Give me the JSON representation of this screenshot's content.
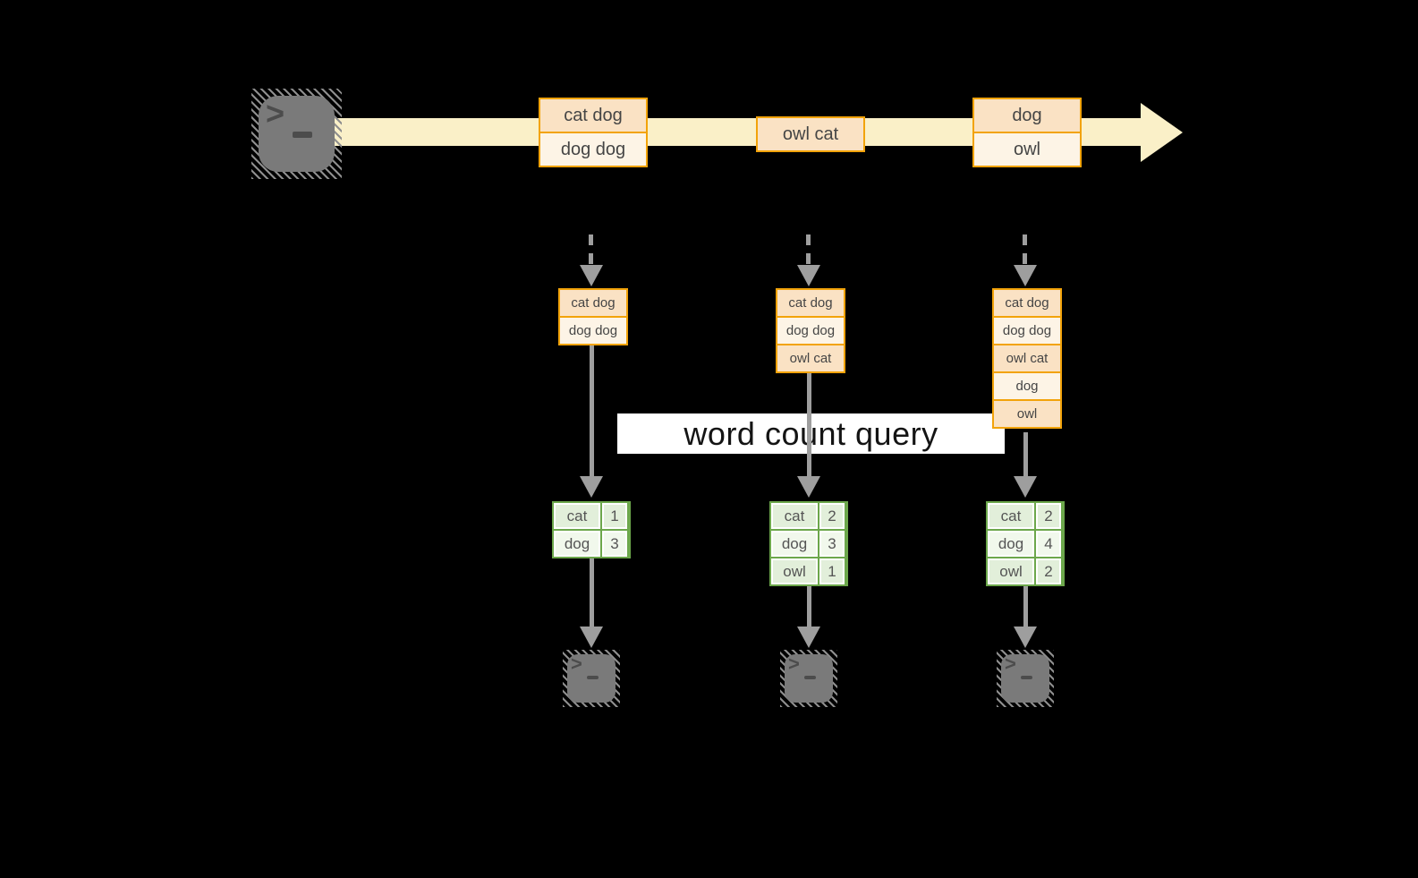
{
  "diagram": {
    "query_label": "word count query",
    "terminal_prompt": ">",
    "stream_batches": [
      {
        "rows": [
          "cat dog",
          "dog dog"
        ]
      },
      {
        "rows": [
          "owl cat"
        ]
      },
      {
        "rows": [
          "dog",
          "owl"
        ]
      }
    ],
    "state_buffers": [
      {
        "rows": [
          "cat dog",
          "dog dog"
        ]
      },
      {
        "rows": [
          "cat dog",
          "dog dog",
          "owl cat"
        ]
      },
      {
        "rows": [
          "cat dog",
          "dog dog",
          "owl cat",
          "dog",
          "owl"
        ]
      }
    ],
    "count_tables": [
      {
        "rows": [
          {
            "word": "cat",
            "count": "1"
          },
          {
            "word": "dog",
            "count": "3"
          }
        ]
      },
      {
        "rows": [
          {
            "word": "cat",
            "count": "2"
          },
          {
            "word": "dog",
            "count": "3"
          },
          {
            "word": "owl",
            "count": "1"
          }
        ]
      },
      {
        "rows": [
          {
            "word": "cat",
            "count": "2"
          },
          {
            "word": "dog",
            "count": "4"
          },
          {
            "word": "owl",
            "count": "2"
          }
        ]
      }
    ],
    "colors": {
      "background": "#000000",
      "stream_band": "#FAF0C8",
      "orange_border": "#F2A30A",
      "peach_dark": "#FAE2C4",
      "peach_light": "#FDF4E6",
      "green_border": "#6CA74B",
      "green_dark": "#E2EFDA",
      "green_light": "#F1F8EC",
      "arrow_gray": "#9E9E9E",
      "terminal_gray": "#7A7A7A",
      "banner_bg": "#FFFFFF"
    }
  }
}
